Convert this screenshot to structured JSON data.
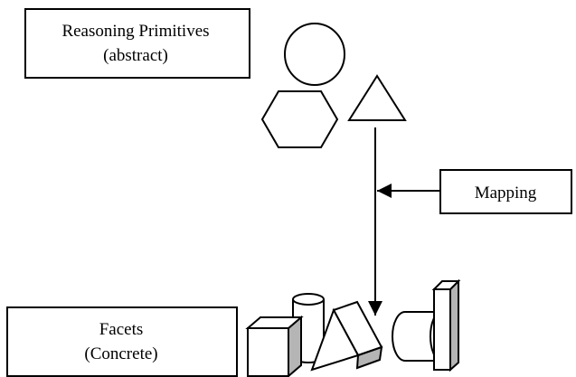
{
  "labels": {
    "primitives_line1": "Reasoning Primitives",
    "primitives_line2": "(abstract)",
    "mapping": "Mapping",
    "facets_line1": "Facets",
    "facets_line2": "(Concrete)"
  },
  "colors": {
    "stroke": "#000000",
    "fill": "#ffffff",
    "shade": "#b5b5b5"
  }
}
